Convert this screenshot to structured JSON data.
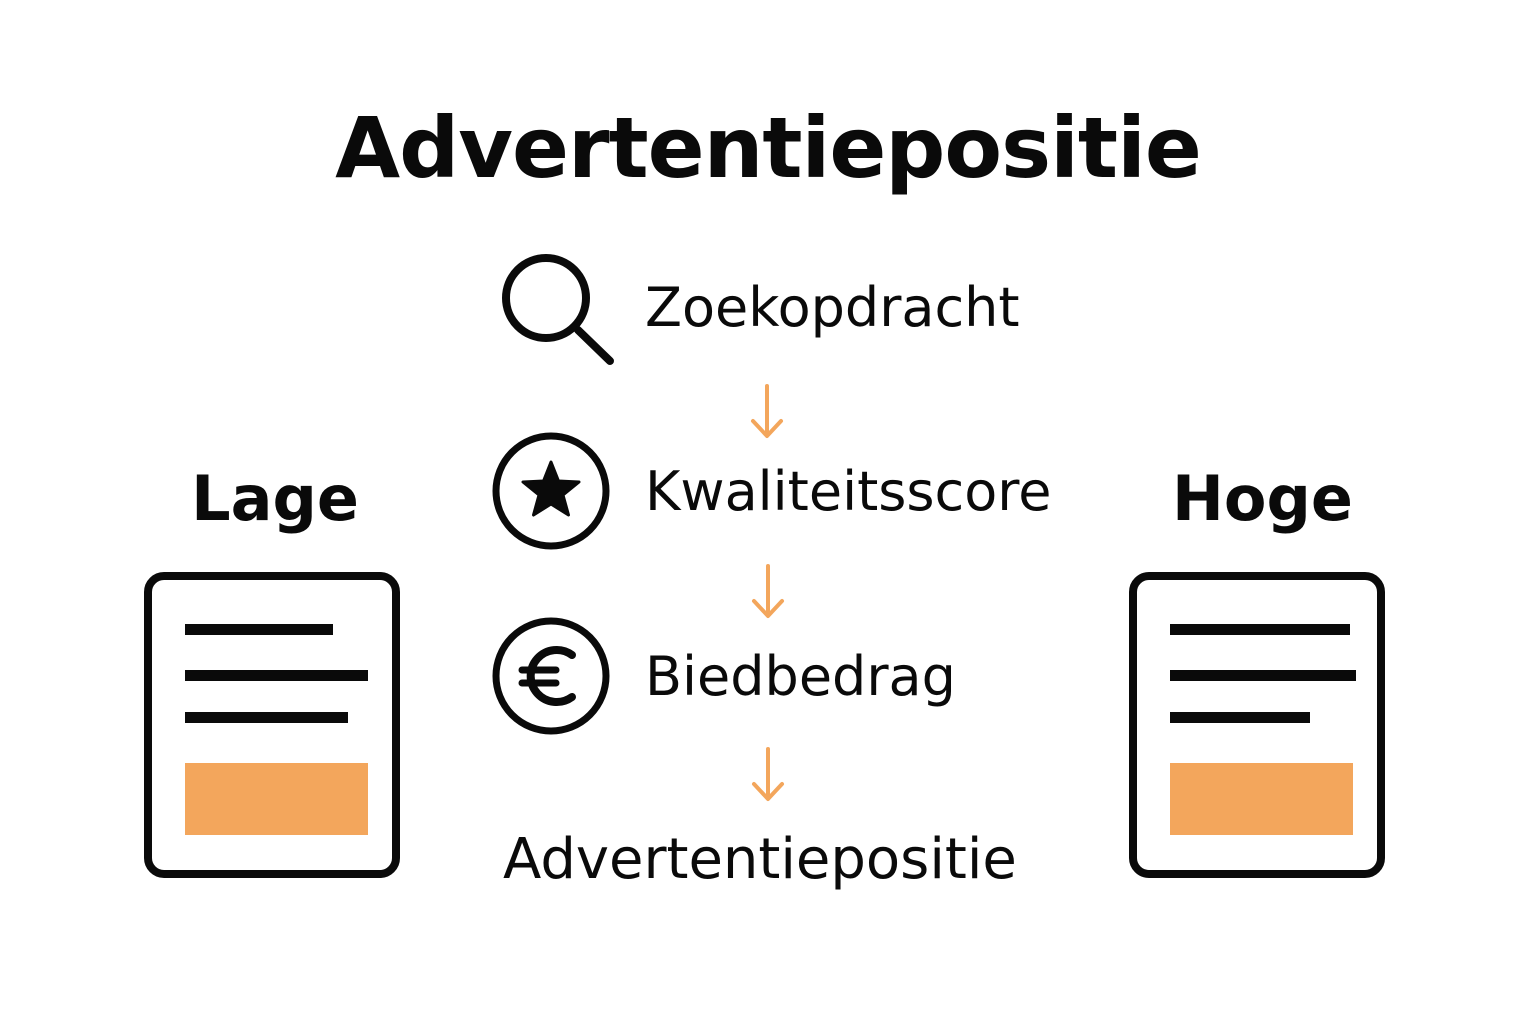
{
  "title": "Advertentiepositie",
  "left_label": "Lage",
  "right_label": "Hoge",
  "flow": {
    "step1": "Zoekopdracht",
    "step2": "Kwaliteitsscore",
    "step3": "Biedbedrag",
    "result": "Advertentiepositie"
  },
  "icons": {
    "step1": "search-icon",
    "step2": "star-circle-icon",
    "step3": "euro-circle-icon",
    "arrows": "arrow-down-icon"
  },
  "colors": {
    "accent": "#f3a65c",
    "ink": "#0a0a0a",
    "background": "#ffffff"
  }
}
